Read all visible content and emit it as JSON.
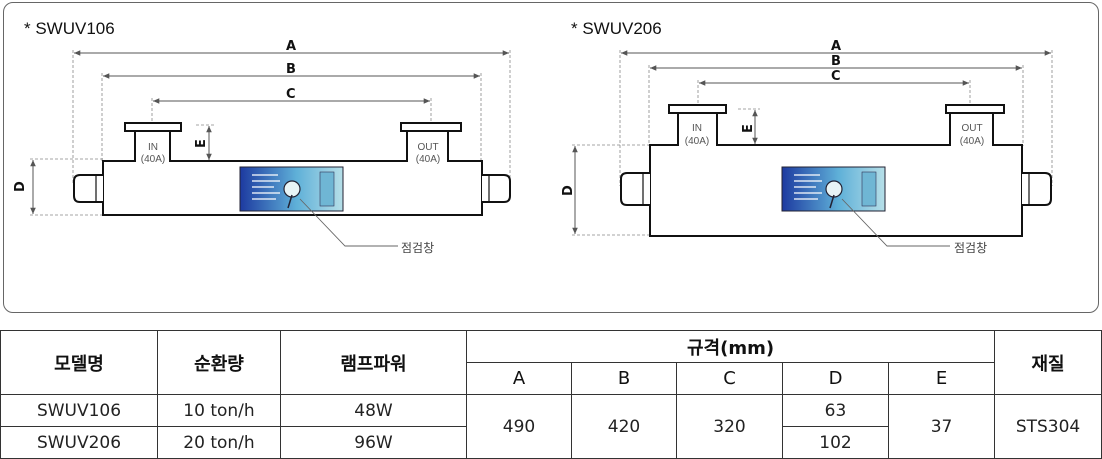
{
  "diagram": {
    "left_title": "* SWUV106",
    "right_title": "* SWUV206",
    "dim_a": "A",
    "dim_b": "B",
    "dim_c": "C",
    "dim_d": "D",
    "dim_e": "E",
    "inlet_label": "IN",
    "inlet_size": "(40A)",
    "outlet_label": "OUT",
    "outlet_size": "(40A)",
    "window_callout": "점검창"
  },
  "table": {
    "headers": {
      "model": "모델명",
      "flow": "순환량",
      "lamp_power": "램프파워",
      "spec": "규격(mm)",
      "material": "재질"
    },
    "spec_columns": [
      "A",
      "B",
      "C",
      "D",
      "E"
    ],
    "rows": [
      {
        "model": "SWUV106",
        "flow": "10 ton/h",
        "lamp_power": "48W",
        "d": "63"
      },
      {
        "model": "SWUV206",
        "flow": "20 ton/h",
        "lamp_power": "96W",
        "d": "102"
      }
    ],
    "shared": {
      "a": "490",
      "b": "420",
      "c": "320",
      "e": "37",
      "material": "STS304"
    }
  }
}
